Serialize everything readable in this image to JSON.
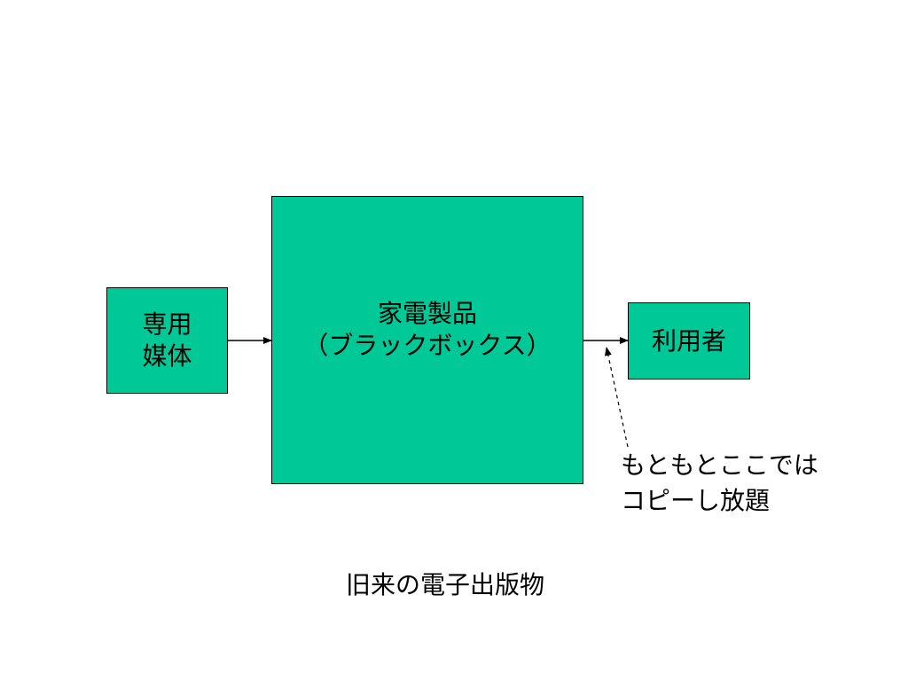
{
  "diagram": {
    "nodes": {
      "media": {
        "lines": [
          "専用",
          "媒体"
        ]
      },
      "product": {
        "lines": [
          "家電製品",
          "（ブラックボックス）"
        ]
      },
      "user": {
        "lines": [
          "利用者"
        ]
      }
    },
    "edges": [
      {
        "from": "media",
        "to": "product",
        "style": "solid"
      },
      {
        "from": "product",
        "to": "user",
        "style": "solid"
      },
      {
        "from": "note",
        "to": "product-user-edge",
        "style": "dashed"
      }
    ],
    "note": {
      "lines": [
        "もともとここでは",
        "コピーし放題"
      ]
    },
    "caption": "旧来の電子出版物",
    "colors": {
      "box_fill": "#00c896",
      "stroke": "#000000",
      "background": "#ffffff"
    }
  }
}
